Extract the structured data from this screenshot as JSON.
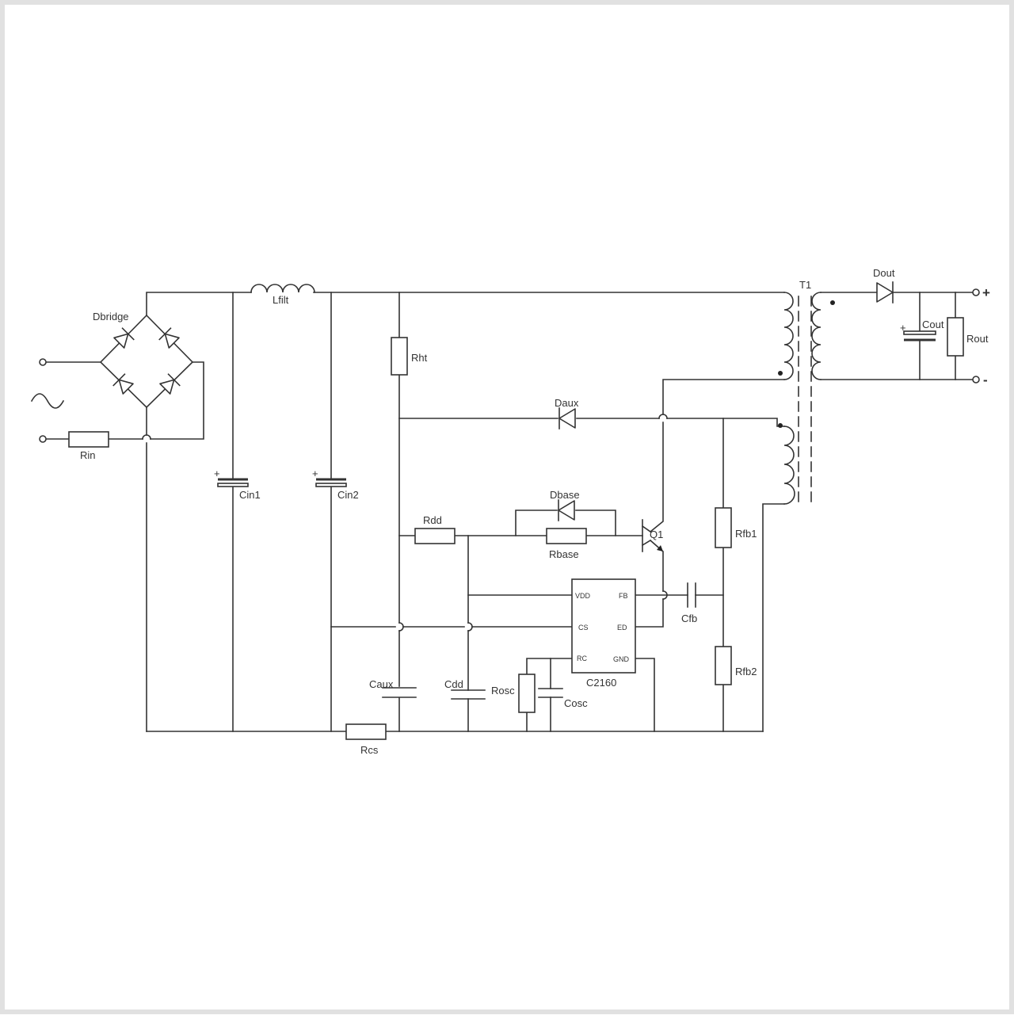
{
  "labels": {
    "dbridge": "Dbridge",
    "rin": "Rin",
    "lfilt": "Lfilt",
    "cin1": "Cin1",
    "cin2": "Cin2",
    "rht": "Rht",
    "daux": "Daux",
    "dbase": "Dbase",
    "rdd": "Rdd",
    "rbase": "Rbase",
    "q1": "Q1",
    "rfb1": "Rfb1",
    "rfb2": "Rfb2",
    "cfb": "Cfb",
    "caux": "Caux",
    "cdd": "Cdd",
    "rosc": "Rosc",
    "cosc": "Cosc",
    "rcs": "Rcs",
    "ic": "C2160",
    "t1": "T1",
    "dout": "Dout",
    "cout": "Cout",
    "rout": "Rout"
  },
  "ic_pins": {
    "vdd": "VDD",
    "cs": "CS",
    "rc": "RC",
    "fb": "FB",
    "ed": "ED",
    "gnd": "GND"
  },
  "symbols": {
    "plus": "+",
    "minus": "-",
    "cap_polarity": "+",
    "ac_source": "ac-source-icon"
  }
}
